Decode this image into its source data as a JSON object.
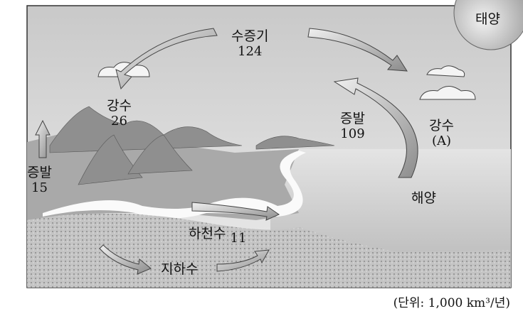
{
  "labels": {
    "vapor": {
      "name": "수증기",
      "value": "124"
    },
    "precip_land": {
      "name": "강수",
      "value": "26"
    },
    "evap_land": {
      "name": "증발",
      "value": "15"
    },
    "evap_ocean": {
      "name": "증발",
      "value": "109"
    },
    "precip_ocean": {
      "name": "강수",
      "value": "(A)"
    },
    "sun": "태양",
    "ocean": "해양",
    "river": {
      "name": "하천수",
      "value": "11"
    },
    "groundwater": "지하수"
  },
  "unit": "(단위: 1,000 km³/년)"
}
